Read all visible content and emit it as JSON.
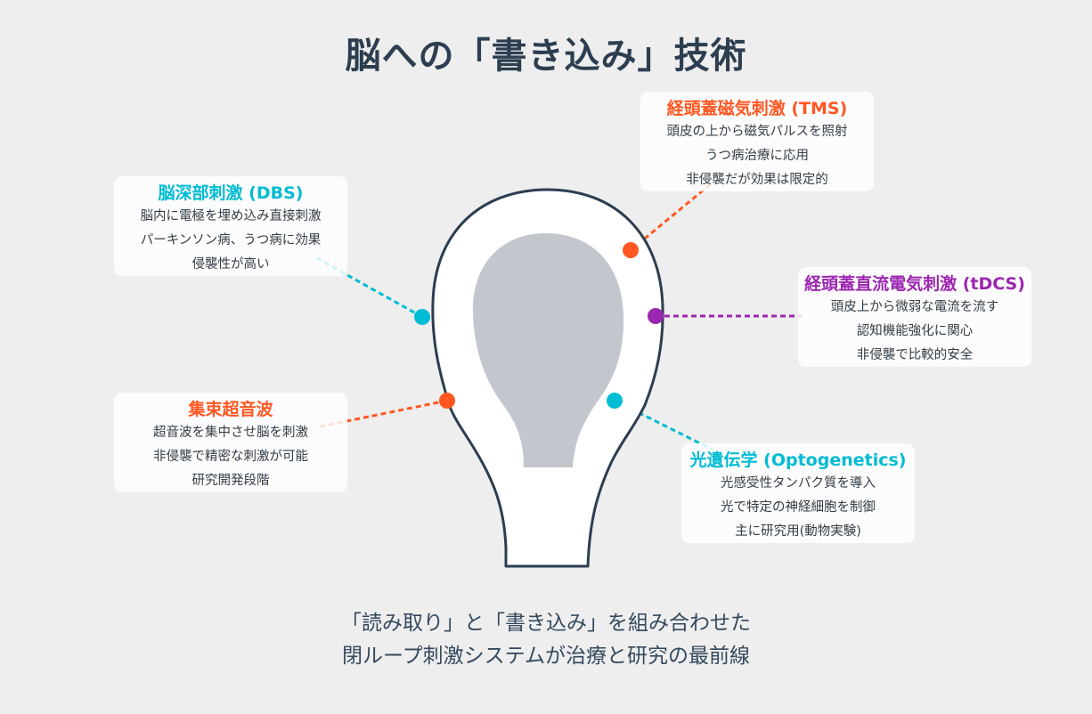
{
  "title": "脳への「書き込み」技術",
  "colors": {
    "background": "#eeeeee",
    "title": "#2c3e50",
    "head_stroke": "#2c3e50",
    "head_fill": "#ffffff",
    "brain_fill": "#c3c6cc",
    "orange": "#ff5722",
    "cyan": "#00bcd4",
    "purple": "#9c27b0"
  },
  "techniques": [
    {
      "id": "tms",
      "title": "経頭蓋磁気刺激 (TMS)",
      "color": "#ff5722",
      "lines": [
        "頭皮の上から磁気パルスを照射",
        "うつ病治療に応用",
        "非侵襲だが効果は限定的"
      ]
    },
    {
      "id": "dbs",
      "title": "脳深部刺激 (DBS)",
      "color": "#00bcd4",
      "lines": [
        "脳内に電極を埋め込み直接刺激",
        "パーキンソン病、うつ病に効果",
        "侵襲性が高い"
      ]
    },
    {
      "id": "tdcs",
      "title": "経頭蓋直流電気刺激 (tDCS)",
      "color": "#9c27b0",
      "lines": [
        "頭皮上から微弱な電流を流す",
        "認知機能強化に関心",
        "非侵襲で比較的安全"
      ]
    },
    {
      "id": "fus",
      "title": "集束超音波",
      "color": "#ff5722",
      "lines": [
        "超音波を集中させ脳を刺激",
        "非侵襲で精密な刺激が可能",
        "研究開発段階"
      ]
    },
    {
      "id": "opto",
      "title": "光遺伝学 (Optogenetics)",
      "color": "#00bcd4",
      "lines": [
        "光感受性タンパク質を導入",
        "光で特定の神経細胞を制御",
        "主に研究用(動物実験)"
      ]
    }
  ],
  "footer": {
    "line1": "「読み取り」と「書き込み」を組み合わせた",
    "line2": "閉ループ刺激システムが治療と研究の最前線"
  }
}
